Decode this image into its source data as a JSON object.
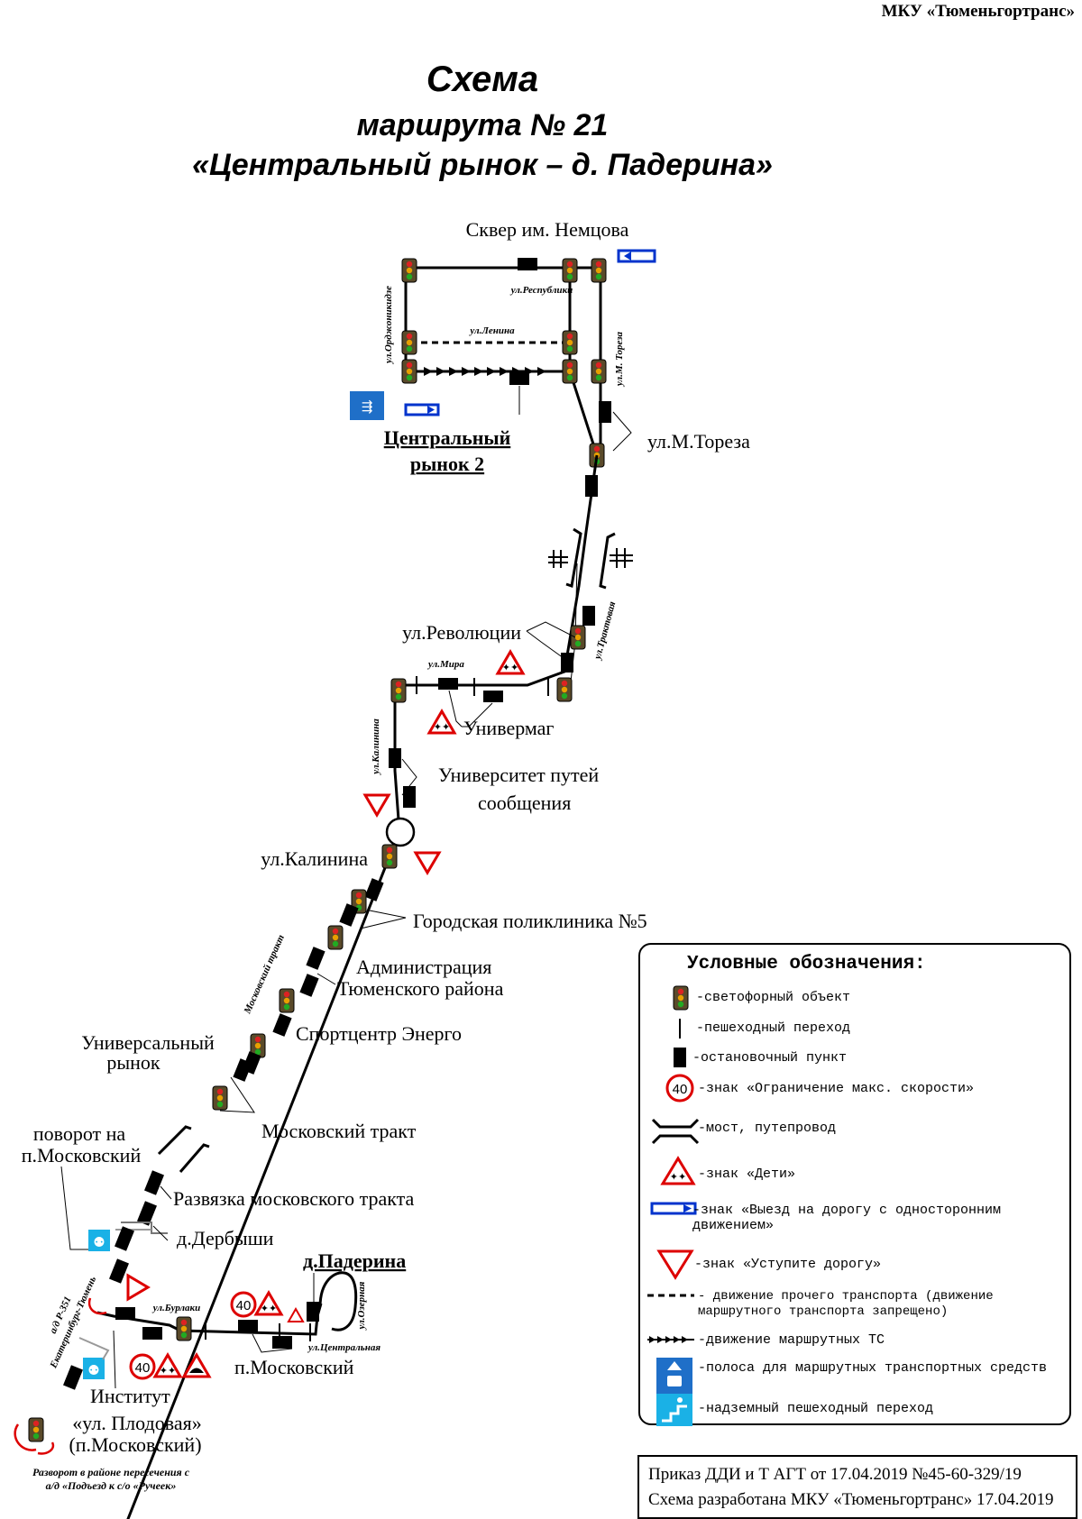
{
  "header": {
    "org": "МКУ «Тюменьгортранс»",
    "title_line1": "Схема",
    "title_line2": "маршрута № 21",
    "title_line3": "«Центральный рынок – д. Падерина»"
  },
  "map": {
    "stops": {
      "skver": "Сквер им. Немцова",
      "central_market_1": "Центральный",
      "central_market_2": "рынок 2",
      "torez": "ул.М.Тореза",
      "revolution": "ул.Революции",
      "univermag": "Универмаг",
      "university_1": "Университет путей",
      "university_2": "сообщения",
      "kalinina": "ул.Калинина",
      "polyclinic": "Городская поликлиника №5",
      "admin_1": "Администрация",
      "admin_2": "Тюменского района",
      "sport": "Спортцентр Энерго",
      "market_1": "Универсальный",
      "market_2": "рынок",
      "moscow_tract": "Московский тракт",
      "turn_1": "поворот на",
      "turn_2": "п.Московский",
      "interchange": "Развязка московского тракта",
      "derbyshi": "д.Дербыши",
      "paderina": "д.Падерина",
      "moskovsky": "п.Московский",
      "institute": "Институт",
      "plodovaya_1": "«ул. Плодовая»",
      "plodovaya_2": "(п.Московский)"
    },
    "streets": {
      "respubliki": "ул.Республики",
      "lenina": "ул.Ленина",
      "ordzhonikidze": "ул.Орджоникидзе",
      "torez_small": "ул.М. Тореза",
      "traktovaya": "ул.Трактовая",
      "mira": "ул.Мира",
      "kalinina_small": "ул.Калинина",
      "moskovsky_trakt": "Московский тракт",
      "burlaki": "ул.Бурлаки",
      "centralnaya": "ул.Центральная",
      "ozernaya": "ул.Озерная",
      "highway_1": "а/д Р-351",
      "highway_2": "Екатеринбург-Тюмень"
    },
    "speed": "40",
    "footnote_1": "Разворот в районе пересечения с",
    "footnote_2": "а/д «Подъезд к с/о «Ручеек»"
  },
  "legend": {
    "title": "Условные обозначения:",
    "items": [
      {
        "icon": "traffic-light-icon",
        "text": "-светофорный объект"
      },
      {
        "icon": "crosswalk-icon",
        "text": "-пешеходный переход"
      },
      {
        "icon": "bus-stop-icon",
        "text": "-остановочный пункт"
      },
      {
        "icon": "speed-limit-icon",
        "text": "-знак «Ограничение макс. скорости»"
      },
      {
        "icon": "bridge-icon",
        "text": "-мост, путепровод"
      },
      {
        "icon": "children-sign-icon",
        "text": "-знак «Дети»"
      },
      {
        "icon": "one-way-exit-icon",
        "text": "-знак «Выезд на дорогу с односторонним движением»"
      },
      {
        "icon": "yield-sign-icon",
        "text": " -знак «Уступите дорогу»"
      },
      {
        "icon": "dashed-line-icon",
        "text": "- движение прочего транспорта (движение маршрутного транспорта запрещено)"
      },
      {
        "icon": "arrow-line-icon",
        "text": "-движение маршрутных ТС"
      },
      {
        "icon": "bus-lane-icon",
        "text": "-полоса для маршрутных транспортных средств"
      },
      {
        "icon": "overpass-icon",
        "text": "-надземный пешеходный переход"
      }
    ],
    "speed_value": "40"
  },
  "footer": {
    "line1": "Приказ ДДИ и Т АГТ от 17.04.2019 №45-60-329/19",
    "line2": "Схема разработана МКУ «Тюменьгортранс» 17.04.2019"
  }
}
